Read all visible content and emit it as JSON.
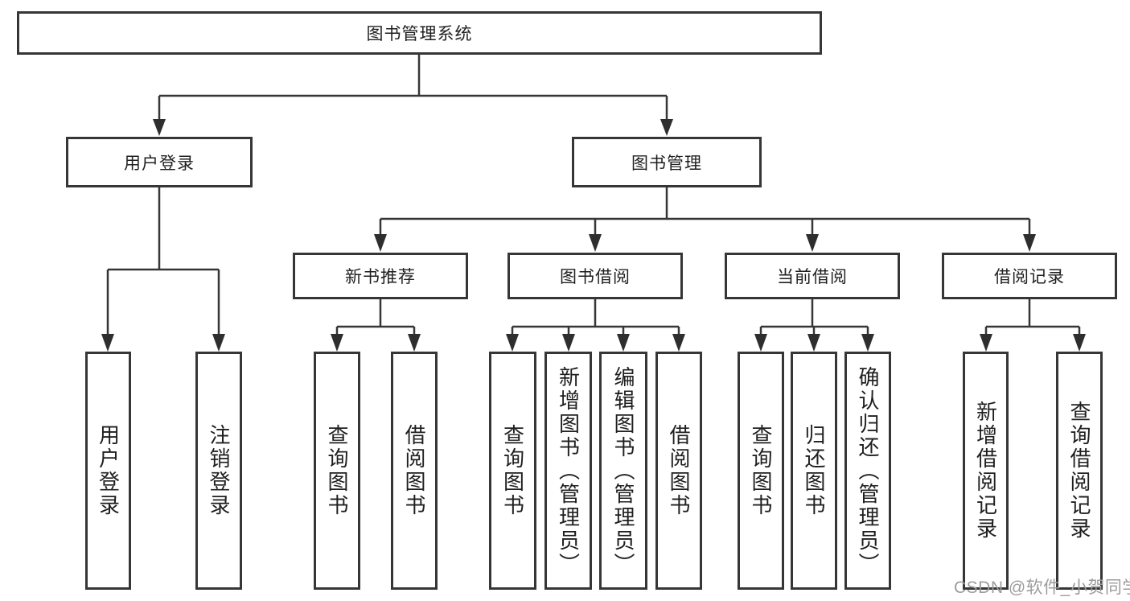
{
  "diagram": {
    "root": {
      "label": "图书管理系统"
    },
    "branches": [
      {
        "label": "用户登录",
        "children": [
          {
            "label": "用户登录"
          },
          {
            "label": "注销登录"
          }
        ]
      },
      {
        "label": "图书管理",
        "sections": [
          {
            "label": "新书推荐",
            "children": [
              {
                "label": "查询图书"
              },
              {
                "label": "借阅图书"
              }
            ]
          },
          {
            "label": "图书借阅",
            "children": [
              {
                "label": "查询图书"
              },
              {
                "label": "新增图书（管理员）"
              },
              {
                "label": "编辑图书（管理员）"
              },
              {
                "label": "借阅图书"
              }
            ]
          },
          {
            "label": "当前借阅",
            "children": [
              {
                "label": "查询图书"
              },
              {
                "label": "归还图书"
              },
              {
                "label": "确认归还（管理员）"
              }
            ]
          },
          {
            "label": "借阅记录",
            "children": [
              {
                "label": "新增借阅记录"
              },
              {
                "label": "查询借阅记录"
              }
            ]
          }
        ]
      }
    ]
  },
  "colors": {
    "line": "#363636",
    "text": "#1f1f1f",
    "watermark": "#9c9c9c"
  },
  "watermark": {
    "text": "CSDN @软件_小贺同学"
  }
}
